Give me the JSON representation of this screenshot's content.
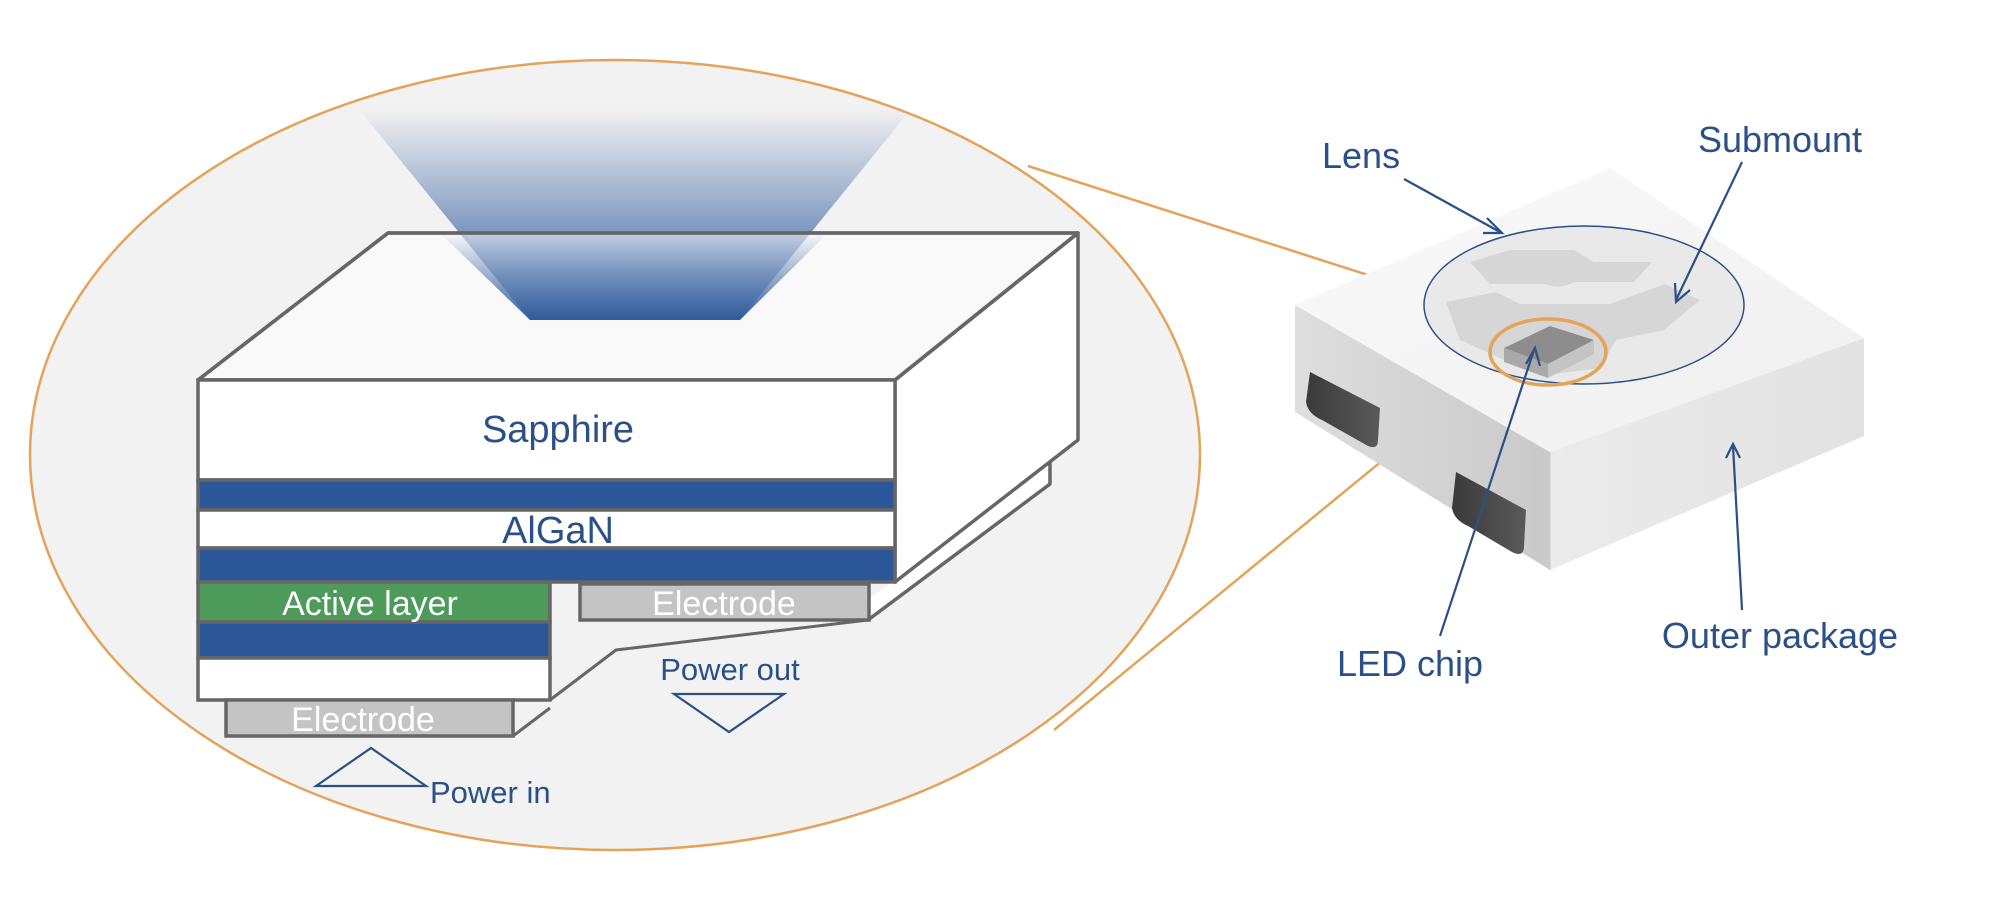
{
  "labels": {
    "sapphire": "Sapphire",
    "algan": "AlGaN",
    "active_layer": "Active layer",
    "electrode_right": "Electrode",
    "electrode_bottom": "Electrode",
    "power_out": "Power out",
    "power_in": "Power in",
    "lens": "Lens",
    "submount": "Submount",
    "led_chip": "LED chip",
    "outer_package": "Outer package"
  },
  "colors": {
    "label_text": "#2a5087",
    "layer_blue": "#2b5799",
    "active_green": "#4e9a5a",
    "electrode_gray": "#c4c4c4",
    "outline_gray": "#666666",
    "callout_orange": "#e3a45a",
    "zoom_background": "#f2f2f2"
  }
}
